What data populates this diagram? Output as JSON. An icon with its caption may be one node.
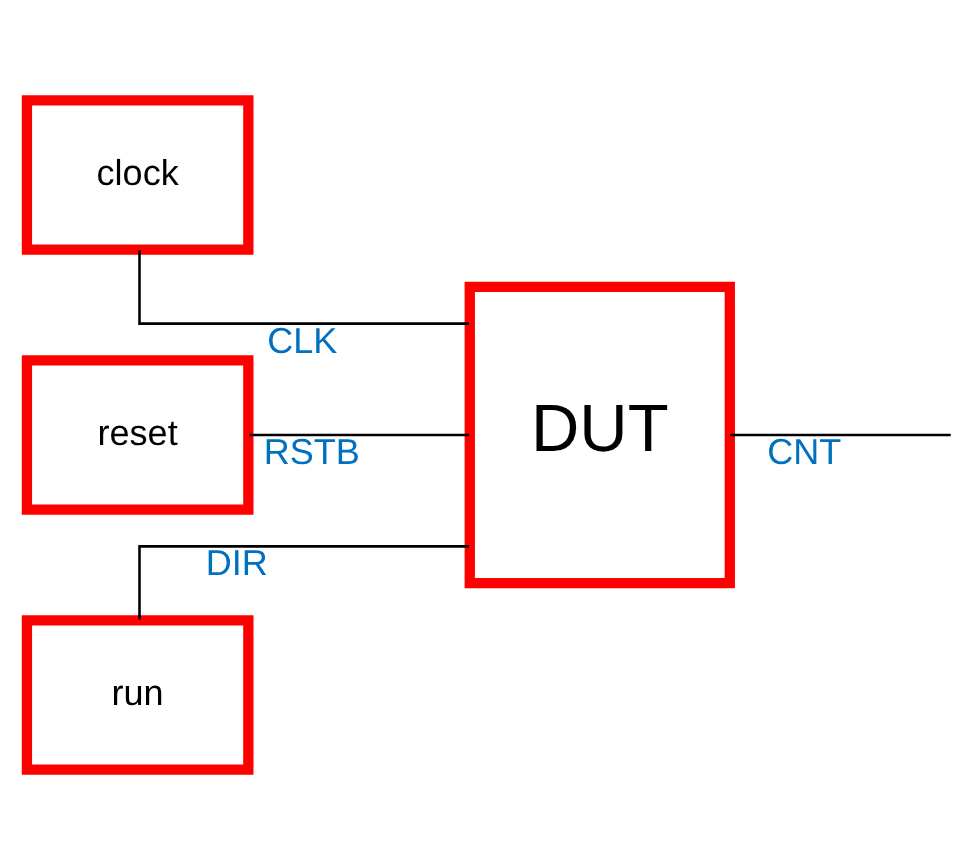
{
  "diagram": {
    "nodes": [
      {
        "text": [
          "clock"
        ]
      },
      {
        "text": [
          "reset"
        ]
      },
      {
        "text": [
          "run"
        ]
      },
      {
        "text": [
          "DUT"
        ]
      }
    ],
    "edges": [
      {
        "from": 0,
        "to": 3,
        "arrow": "none",
        "label": "CLK"
      },
      {
        "from": 1,
        "to": 3,
        "arrow": "none",
        "label": "RSTB"
      },
      {
        "from": 2,
        "to": 3,
        "arrow": "none",
        "label": "DIR"
      },
      {
        "from": 3,
        "to": null,
        "arrow": "none",
        "label": "CNT"
      }
    ]
  }
}
